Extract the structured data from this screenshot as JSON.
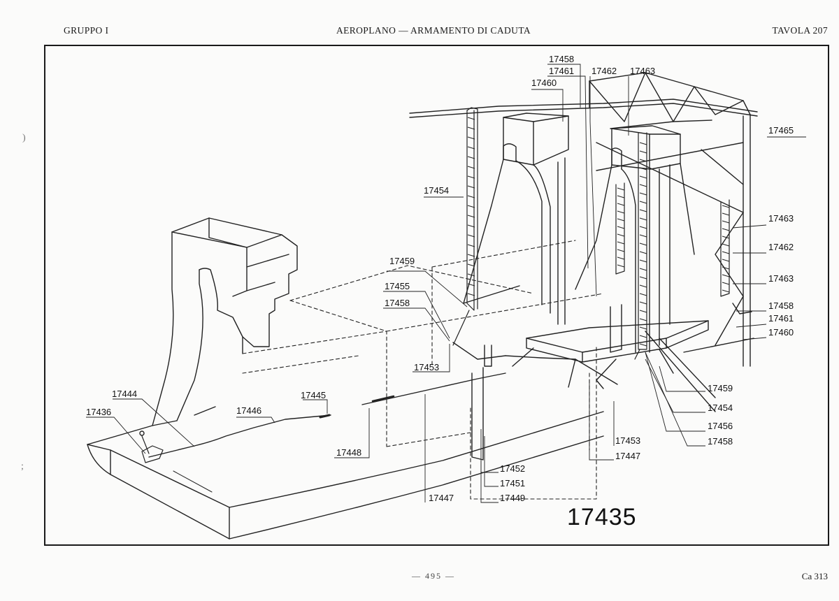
{
  "header": {
    "group": "GRUPPO I",
    "title": "AEROPLANO — ARMAMENTO DI CADUTA",
    "plate": "TAVOLA 207"
  },
  "figure_number": "17435",
  "footer": {
    "page": "— 495 —",
    "code": "Ca 313"
  },
  "labels": {
    "p17458_top": "17458",
    "p17461_top": "17461",
    "p17462_top": "17462",
    "p17463_top": "17463",
    "p17460_top": "17460",
    "p17465": "17465",
    "p17454_left": "17454",
    "p17463_r1": "17463",
    "p17462_r": "17462",
    "p17463_r2": "17463",
    "p17458_r": "17458",
    "p17461_r": "17461",
    "p17460_r": "17460",
    "p17459_l": "17459",
    "p17455": "17455",
    "p17458_l": "17458",
    "p17453_l": "17453",
    "p17459_r": "17459",
    "p17454_r": "17454",
    "p17456": "17456",
    "p17458_br": "17458",
    "p17453_b": "17453",
    "p17447_b": "17447",
    "p17452": "17452",
    "p17451": "17451",
    "p17449": "17449",
    "p17447_bl": "17447",
    "p17444": "17444",
    "p17445": "17445",
    "p17436": "17436",
    "p17446": "17446",
    "p17448": "17448"
  }
}
